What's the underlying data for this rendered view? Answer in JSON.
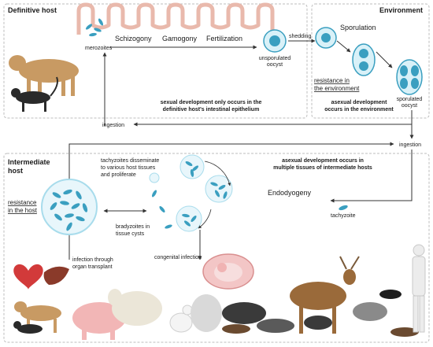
{
  "panels": {
    "definitive": {
      "title": "Definitive host"
    },
    "environment": {
      "title": "Environment"
    },
    "intermediate": {
      "title_line1": "Intermediate",
      "title_line2": "host"
    }
  },
  "stages": {
    "schizogony": "Schizogony",
    "gamogony": "Gamogony",
    "fertilization": "Fertilization",
    "merozoites": "merozoites",
    "unsporulated_line1": "unsporulated",
    "unsporulated_line2": "oocyst",
    "shedding": "shedding",
    "sporulation": "Sporulation",
    "sporulated_line1": "sporulated",
    "sporulated_line2": "oocyst",
    "endodyogeny": "Endodyogeny",
    "tachyzoite": "tachyzoite"
  },
  "notes": {
    "resistance_env_line1": "resistance in",
    "resistance_env_line2": "the environment",
    "sexual_line1": "sexual development only occurs in the",
    "sexual_line2": "definitive host's intestinal epithelium",
    "asexual_env_line1": "asexual development",
    "asexual_env_line2": "occurs in the environment",
    "asexual_int_line1": "asexual development  occurs in",
    "asexual_int_line2": "multiple tissues of intermediate hosts",
    "tachy_line1": "tachyzoites disseminate",
    "tachy_line2": "to various host tissues",
    "tachy_line3": "and proliferate",
    "brady_line1": "bradyzoites in",
    "brady_line2": "tissue cysts",
    "resistance_host_line1": "resistance",
    "resistance_host_line2": "in the host",
    "transplant_line1": "infection through",
    "transplant_line2": "organ transplant",
    "congenital": "congenital infection"
  },
  "arrows": {
    "ingestion_left": "ingestion",
    "ingestion_right": "ingestion"
  },
  "colors": {
    "parasite": "#3a9fc0",
    "parasite_light": "#a8dcec",
    "panel_border": "#bdbdbd",
    "arrow": "#333333",
    "intestine": "#e9b9ac"
  }
}
